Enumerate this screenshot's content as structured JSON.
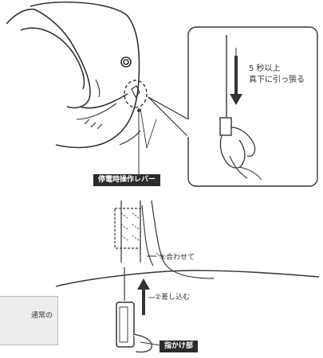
{
  "callout": {
    "line1": "5 秒以上",
    "line2": "真下に引っ張る"
  },
  "labels": {
    "lever": "停電時操作レバー",
    "step1": "①合わせて",
    "step2": "②差し込む",
    "finger_grip": "指かけ部"
  },
  "side_note": {
    "text": "通常の"
  }
}
